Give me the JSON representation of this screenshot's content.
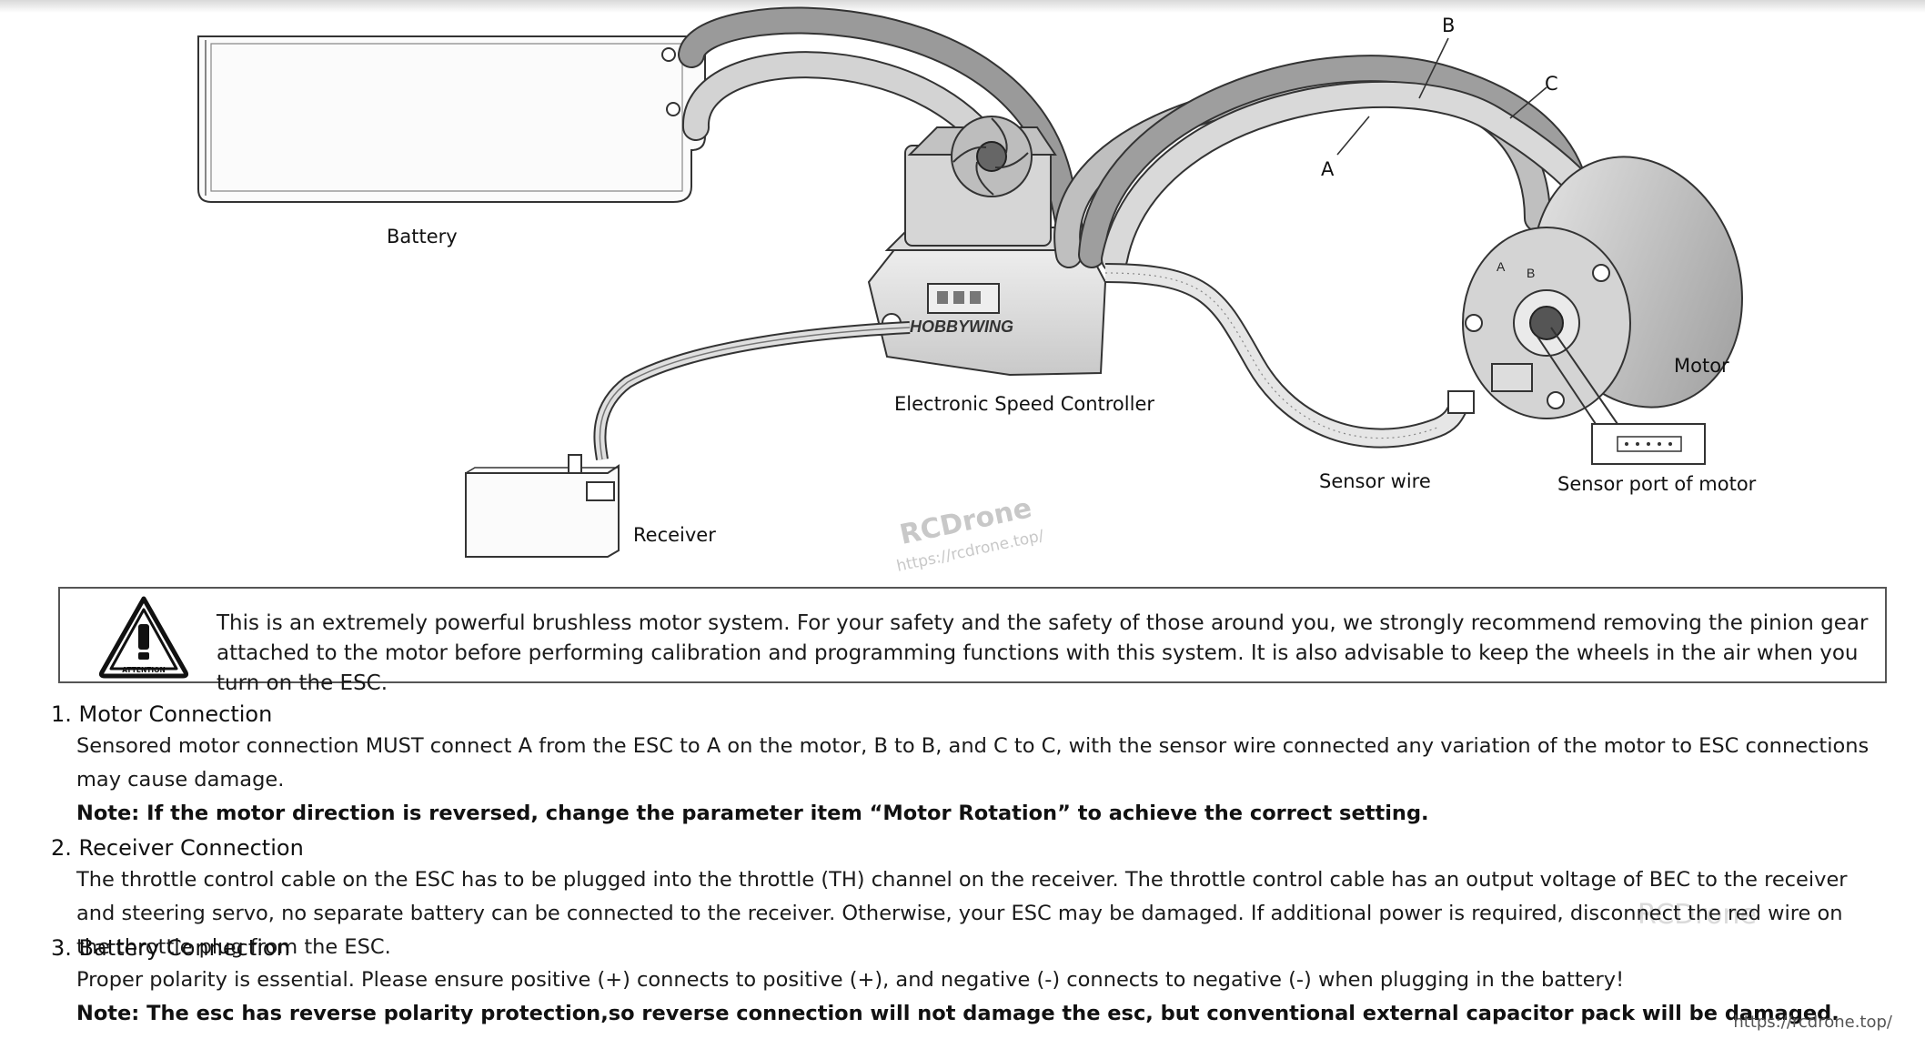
{
  "labels": {
    "battery": "Battery",
    "esc": "Electronic Speed Controller",
    "receiver": "Receiver",
    "motor": "Motor",
    "sensor_wire": "Sensor wire",
    "sensor_port": "Sensor port of motor",
    "wire_a": "A",
    "wire_b": "B",
    "wire_c": "C",
    "brand": "HOBBYWING"
  },
  "watermark": {
    "brand": "RCDrone",
    "url": "https://rcdrone.top/",
    "faint": "RCDrone"
  },
  "warning": {
    "icon_text": "ATTENTION",
    "icon": "attention-triangle-icon",
    "text": "This is an extremely powerful brushless motor system. For your safety and the safety of those around you, we strongly recommend removing the pinion gear attached to the motor before performing calibration and programming functions with this system. It is also advisable to keep the wheels in the air when you turn on the ESC."
  },
  "sections": [
    {
      "title": "1. Motor Connection",
      "body": "Sensored motor connection MUST connect A from the ESC to A on the motor, B to B, and C to C, with the sensor wire connected any variation of the motor to ESC connections may cause damage.",
      "note": "Note: If the motor direction is reversed, change the parameter item “Motor Rotation” to achieve the correct setting."
    },
    {
      "title": "2. Receiver Connection",
      "body": "The throttle control cable on the ESC has to be plugged into the throttle (TH) channel on the receiver. The throttle control cable has an output voltage of BEC to the receiver and steering servo, no separate battery can be connected to the receiver. Otherwise, your ESC may be damaged. If additional power is required, disconnect the red wire on the throttle plug from the ESC."
    },
    {
      "title": "3. Battery Connection",
      "body": "Proper polarity is essential. Please ensure positive (+) connects to positive (+), and negative (-) connects to negative (-) when plugging in the battery!",
      "note": "Note: The esc has reverse polarity protection,so reverse connection will not damage the esc, but conventional external capacitor pack will be damaged."
    }
  ],
  "footer_url": "https://rcdrone.top/"
}
